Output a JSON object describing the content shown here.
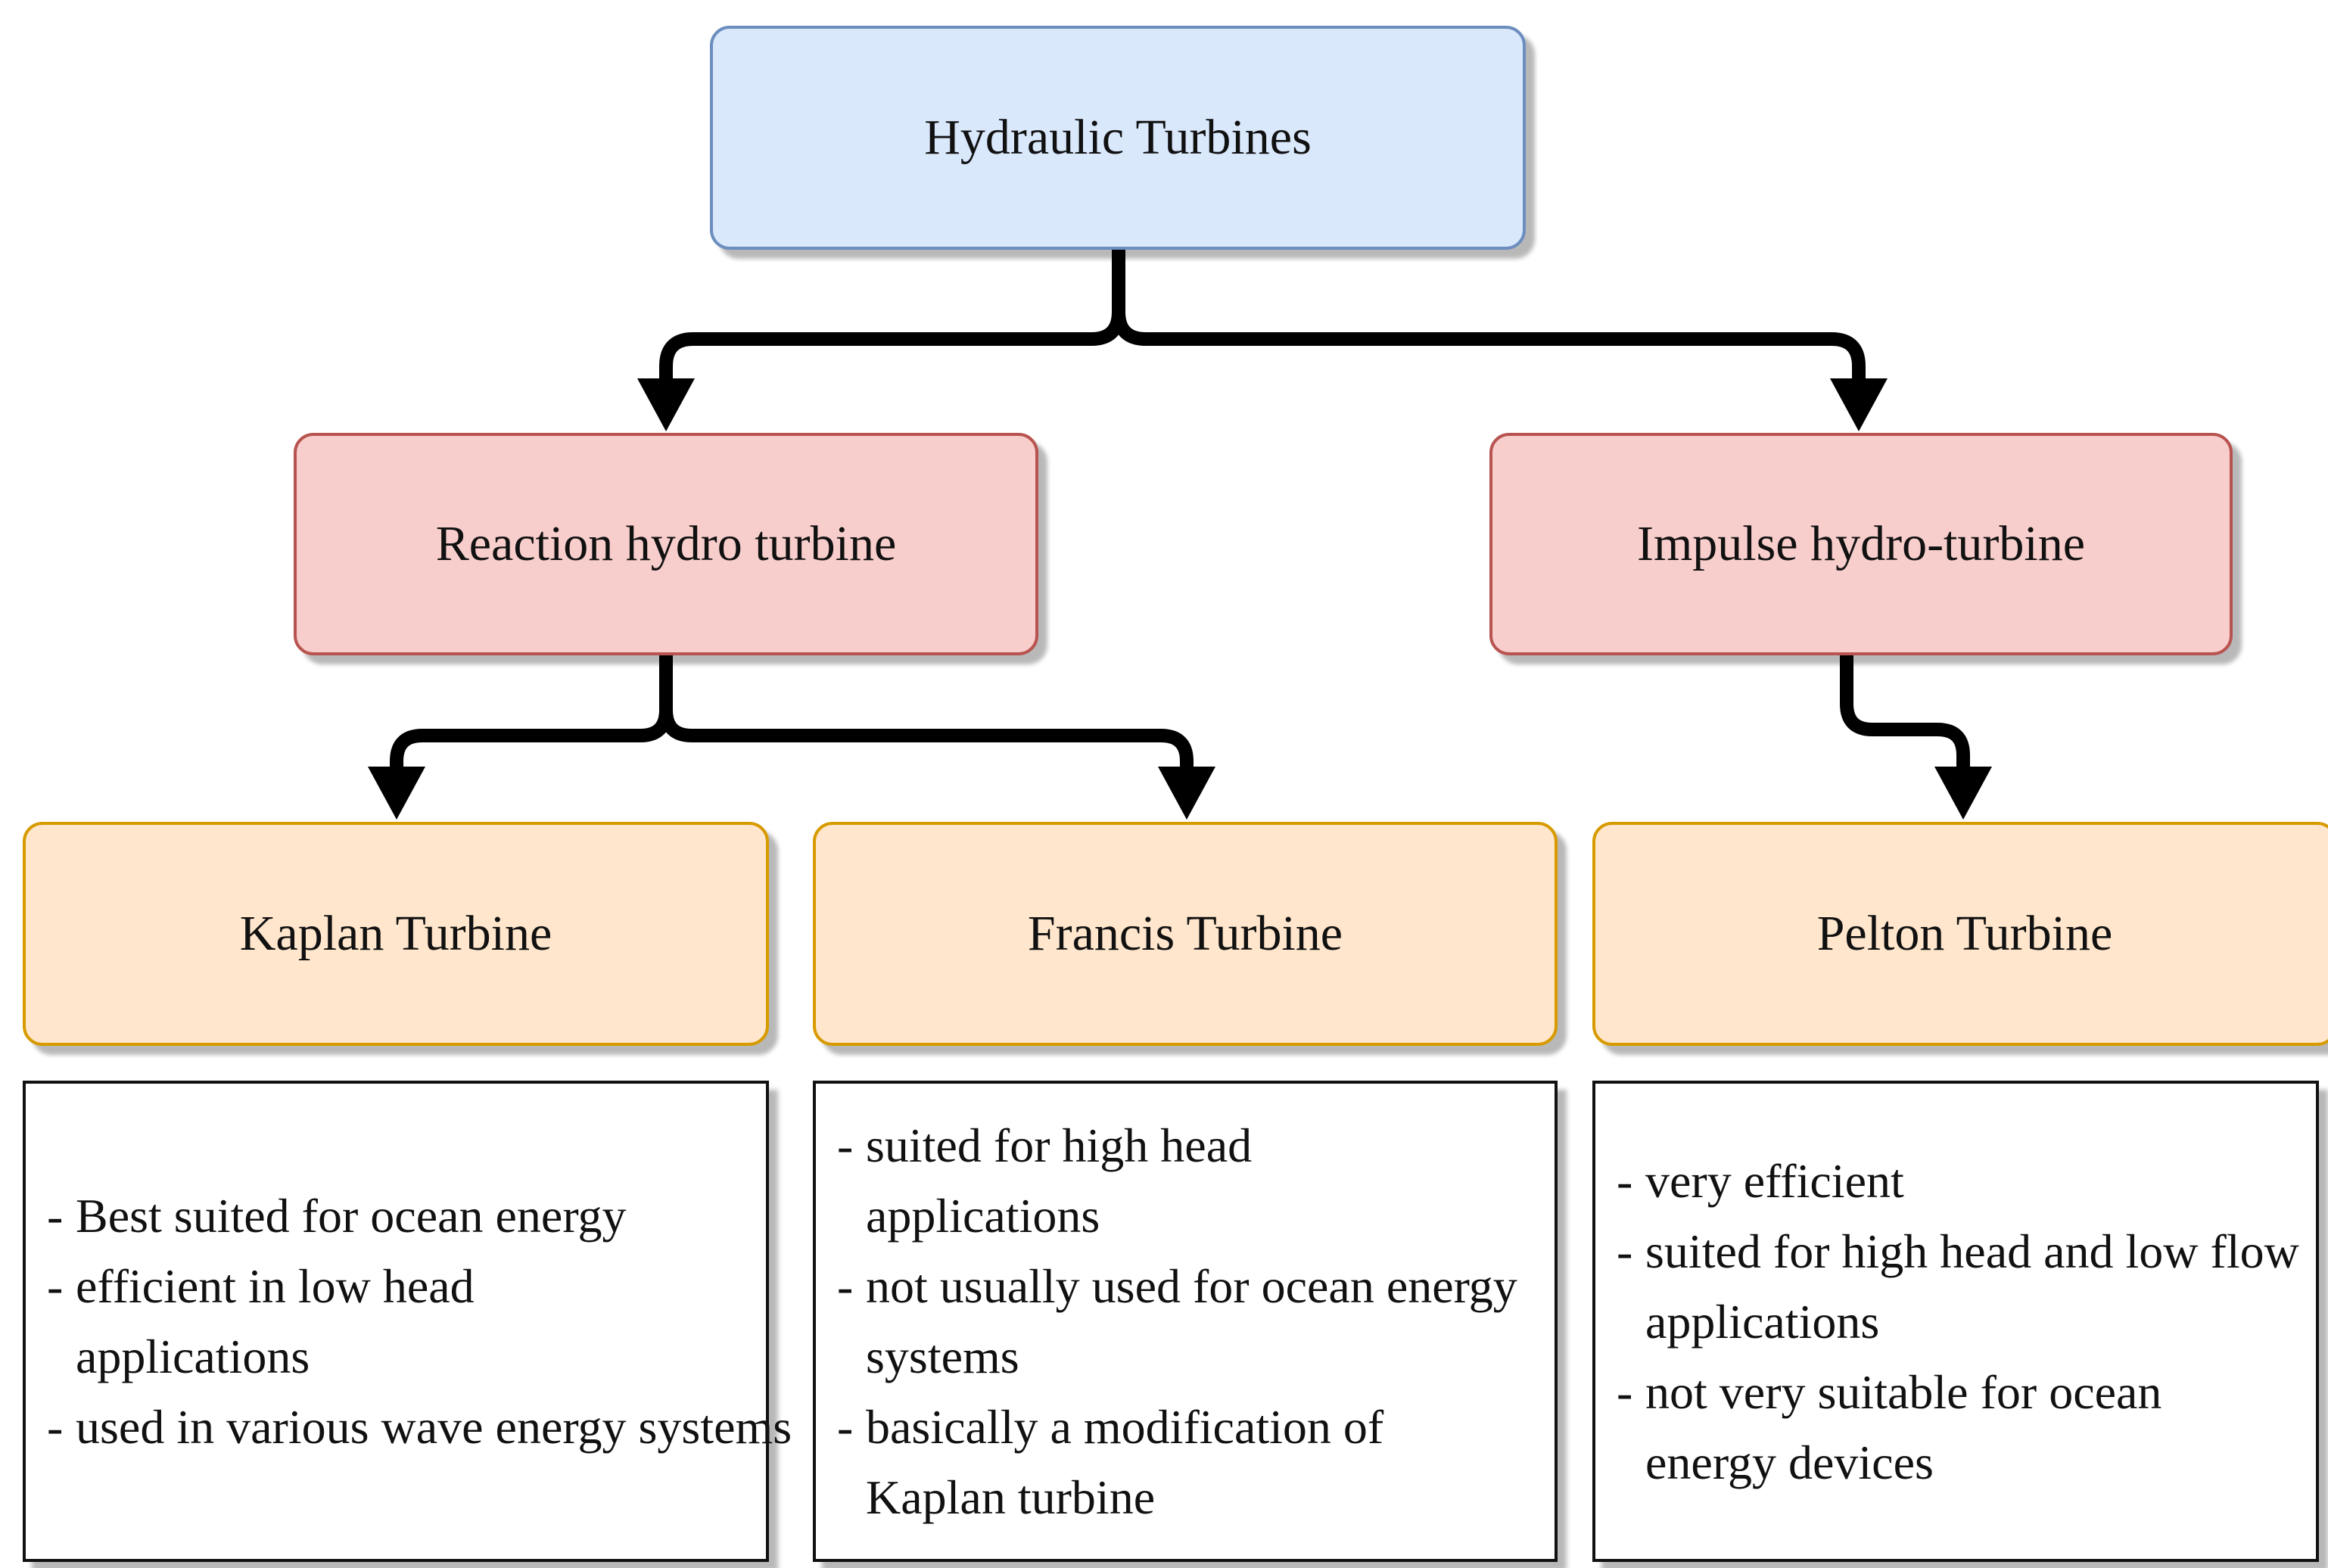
{
  "diagram": {
    "root": {
      "label": "Hydraulic Turbines"
    },
    "categories": [
      {
        "label": "Reaction hydro turbine"
      },
      {
        "label": "Impulse hydro-turbine"
      }
    ],
    "turbines": [
      {
        "label": "Kaplan Turbine",
        "notes": [
          "Best suited for ocean energy",
          "efficient in low head applications",
          "used in various wave energy systems"
        ]
      },
      {
        "label": "Francis Turbine",
        "notes": [
          "suited for high head applications",
          "not usually used for ocean energy systems",
          "basically a modification of Kaplan turbine"
        ]
      },
      {
        "label": "Pelton Turbine",
        "notes": [
          "very efficient",
          "suited for high head and low flow applications",
          "not very suitable for ocean energy devices"
        ]
      }
    ],
    "colors": {
      "root_fill": "#dae8fc",
      "root_stroke": "#6c8ebf",
      "category_fill": "#f8cecc",
      "category_stroke": "#b85450",
      "turbine_fill": "#ffe6cc",
      "turbine_stroke": "#d79b00",
      "connector": "#000000"
    }
  }
}
